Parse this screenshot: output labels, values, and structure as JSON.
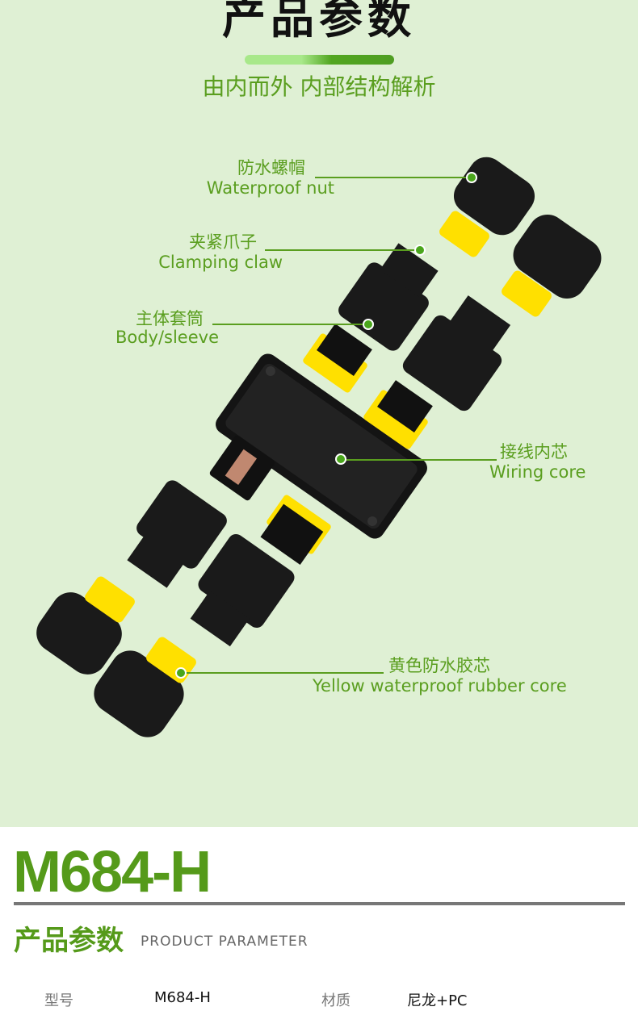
{
  "header": {
    "title": "产品参数",
    "subtitle": "由内而外 内部结构解析",
    "accent": "#5a9e1f"
  },
  "callouts": [
    {
      "cn": "防水螺帽",
      "en": "Waterproof nut"
    },
    {
      "cn": "夹紧爪子",
      "en": "Clamping claw"
    },
    {
      "cn": "主体套筒",
      "en": "Body/sleeve"
    },
    {
      "cn": "接线内芯",
      "en": "Wiring core"
    },
    {
      "cn": "黄色防水胶芯",
      "en": "Yellow waterproof rubber core"
    }
  ],
  "product": {
    "model": "M684-H",
    "section_cn": "产品参数",
    "section_en": "PRODUCT PARAMETER"
  },
  "specs": [
    {
      "label": "型号",
      "value": "M684-H"
    },
    {
      "label": "材质",
      "value": "尼龙+PC"
    }
  ]
}
